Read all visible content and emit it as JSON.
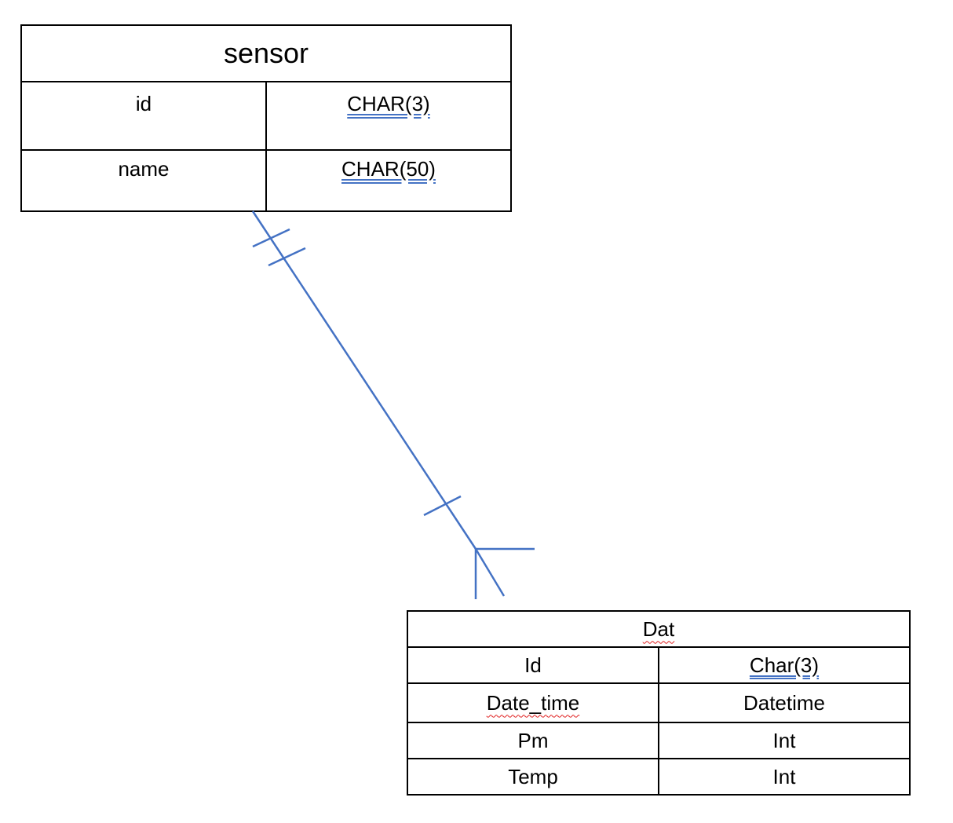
{
  "sensor": {
    "title": "sensor",
    "rows": [
      {
        "name": "id",
        "type": "CHAR(3)"
      },
      {
        "name": "name",
        "type": "CHAR(50)"
      }
    ]
  },
  "dat": {
    "title": "Dat",
    "rows": [
      {
        "name": "Id",
        "type": "Char(3)"
      },
      {
        "name": "Date_time",
        "type": "Datetime"
      },
      {
        "name": "Pm",
        "type": "Int"
      },
      {
        "name": "Temp",
        "type": "Int"
      }
    ]
  },
  "relationship": {
    "color": "#4472c4",
    "from": "sensor",
    "to": "Dat",
    "from_cardinality": "one-and-only-one",
    "to_cardinality": "one-or-many"
  }
}
